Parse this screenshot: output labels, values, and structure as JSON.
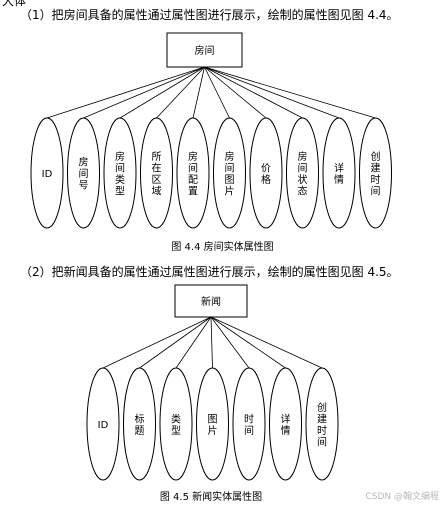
{
  "page": {
    "top_stub": "大体",
    "para1": "（1）把房间具备的属性通过属性图进行展示，绘制的属性图见图 4.4。",
    "para2": "（2）把新闻具备的属性通过属性图进行展示，绘制的属性图见图 4.5。",
    "caption1": "图 4.4  房间实体属性图",
    "caption2": "图 4.5  新闻实体属性图",
    "watermark": "CSDN @翰文编程"
  },
  "diagram1": {
    "entity": "房间",
    "attributes": [
      "ID",
      "房间号",
      "房间类型",
      "所在区域",
      "房间配置",
      "房间图片",
      "价格",
      "房间状态",
      "详情",
      "创建时间"
    ]
  },
  "diagram2": {
    "entity": "新闻",
    "attributes": [
      "ID",
      "标题",
      "类型",
      "图片",
      "时间",
      "详情",
      "创建时间"
    ]
  }
}
